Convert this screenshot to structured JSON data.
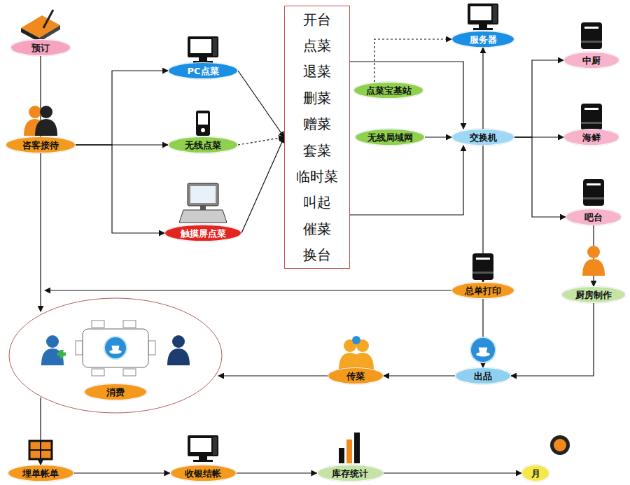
{
  "diagram": {
    "nodes": [
      {
        "text": [
          "预订"
        ]
      },
      {
        "text": [
          "咨客接待"
        ]
      },
      {
        "text": [
          "PC点菜"
        ]
      },
      {
        "text": [
          "无线点菜"
        ]
      },
      {
        "text": [
          "触摸屏点菜"
        ]
      },
      {
        "text": [
          "开台",
          "点菜",
          "退菜",
          "删菜",
          "赠菜",
          "套菜",
          "临时菜",
          "叫起",
          "催菜",
          "换台"
        ]
      },
      {
        "text": [
          "服务器"
        ]
      },
      {
        "text": [
          "点菜宝基站"
        ]
      },
      {
        "text": [
          "无线局域网"
        ]
      },
      {
        "text": [
          "交换机"
        ]
      },
      {
        "text": [
          "中厨"
        ]
      },
      {
        "text": [
          "海鲜"
        ]
      },
      {
        "text": [
          "吧台"
        ]
      },
      {
        "text": [
          "总单打印"
        ]
      },
      {
        "text": [
          "厨房制作"
        ]
      },
      {
        "text": [
          "消费"
        ]
      },
      {
        "text": [
          "传菜"
        ]
      },
      {
        "text": [
          "出品"
        ]
      },
      {
        "text": [
          "埋单帐单"
        ]
      },
      {
        "text": [
          "收银结帐"
        ]
      },
      {
        "text": [
          "库存统计"
        ]
      },
      {
        "text": [
          "月"
        ]
      }
    ],
    "edges": [
      {
        "from": 0,
        "to": 1,
        "arrow": "to"
      },
      {
        "from": 1,
        "to": 2,
        "arrow": "to"
      },
      {
        "from": 1,
        "to": 3,
        "arrow": "to"
      },
      {
        "from": 1,
        "to": 4,
        "arrow": "to"
      },
      {
        "from": 1,
        "to": 15,
        "arrow": "to"
      },
      {
        "from": 2,
        "to": 5,
        "arrow": "to"
      },
      {
        "from": 3,
        "to": 5,
        "arrow": "to"
      },
      {
        "from": 4,
        "to": 5,
        "arrow": "to"
      },
      {
        "from": 5,
        "to": 9,
        "arrow": "to"
      },
      {
        "from": 5,
        "to": 9,
        "arrow": "to"
      },
      {
        "from": 7,
        "to": 6,
        "arrow": "to"
      },
      {
        "from": 8,
        "to": 9,
        "arrow": "to"
      },
      {
        "from": 9,
        "to": 6,
        "arrow": "to"
      },
      {
        "from": 9,
        "to": 13,
        "arrow": "to"
      },
      {
        "from": 9,
        "to": 10,
        "arrow": "to"
      },
      {
        "from": 9,
        "to": 11,
        "arrow": "to"
      },
      {
        "from": 9,
        "to": 12,
        "arrow": "to"
      },
      {
        "from": 12,
        "to": 14,
        "arrow": "to"
      },
      {
        "from": 13,
        "to": 15,
        "arrow": "to"
      },
      {
        "from": 13,
        "to": 17,
        "arrow": "to"
      },
      {
        "from": 14,
        "to": 17,
        "arrow": "to"
      },
      {
        "from": 17,
        "to": 16,
        "arrow": "to"
      },
      {
        "from": 16,
        "to": 15,
        "arrow": "to"
      },
      {
        "from": 15,
        "to": 18,
        "arrow": "to"
      },
      {
        "from": 18,
        "to": 19,
        "arrow": "to"
      },
      {
        "from": 19,
        "to": 20,
        "arrow": "to"
      },
      {
        "from": 20,
        "to": 21,
        "arrow": "to"
      }
    ]
  }
}
